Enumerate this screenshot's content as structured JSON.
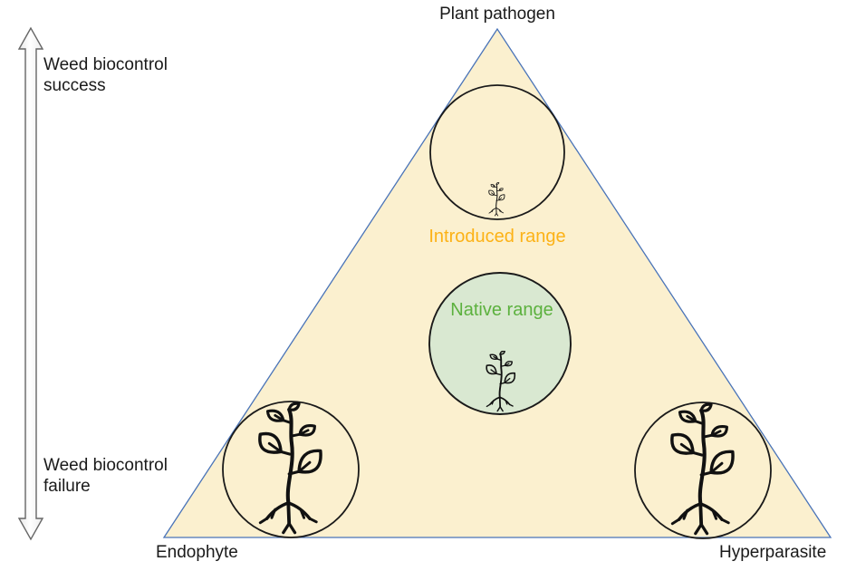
{
  "figure_type": "conceptual-diagram",
  "colors": {
    "background": "#ffffff",
    "triangle_fill": "#fbf0cf",
    "triangle_border": "#4a74b8",
    "circle_outline": "#1a1a1a",
    "native_circle_fill": "#d9e8d1",
    "introduced_label_color": "#fcb216",
    "native_label_color": "#5cb13e",
    "text_color": "#1a1a1a",
    "arrow_border": "#666666",
    "plant_icon_color": "#111111"
  },
  "gradient_axis": {
    "icon": "vertical-double-headed-arrow-icon",
    "top_label": "Weed biocontrol success",
    "bottom_label": "Weed biocontrol failure"
  },
  "triangle": {
    "top_vertex_label": "Plant pathogen",
    "bottom_left_vertex_label": "Endophyte",
    "bottom_right_vertex_label": "Hyperparasite"
  },
  "ranges": {
    "introduced": {
      "label": "Introduced range",
      "plant_icon": "small-plant-sapling-with-roots-icon"
    },
    "native": {
      "label": "Native range",
      "plant_icon": "medium-plant-sapling-with-roots-icon"
    },
    "endophyte_corner": {
      "plant_icon": "large-plant-sapling-with-roots-icon"
    },
    "hyperparasite_corner": {
      "plant_icon": "large-plant-sapling-with-roots-icon"
    }
  }
}
